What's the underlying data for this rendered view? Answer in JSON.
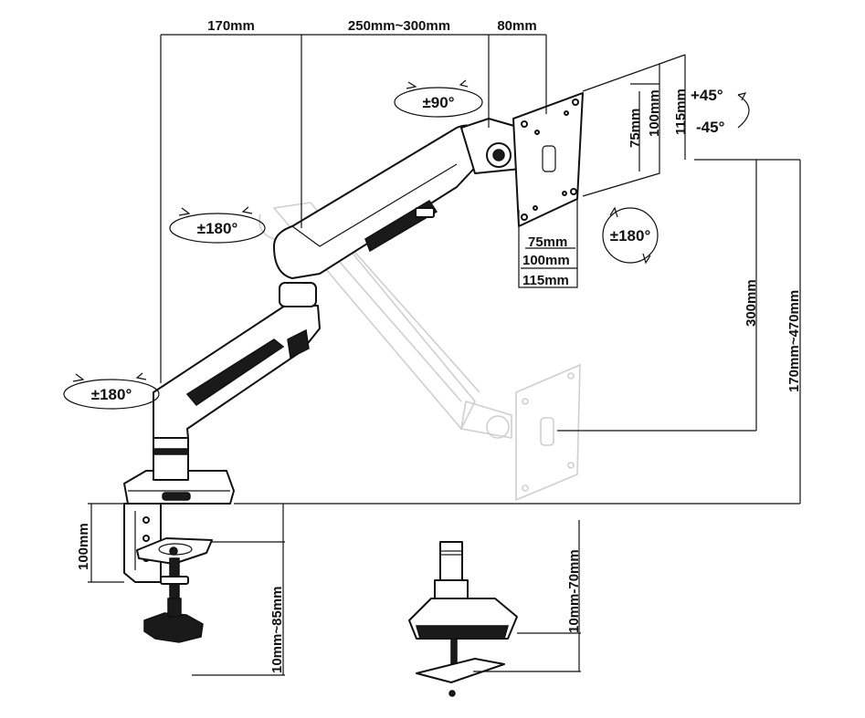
{
  "dimensions": {
    "arm_base_offset": "170mm",
    "arm_reach": "250mm~300mm",
    "tilt_head": "80mm",
    "vesa_vertical_115": "115mm",
    "vesa_vertical_100": "100mm",
    "vesa_vertical_75": "75mm",
    "vesa_horizontal_75": "75mm",
    "vesa_horizontal_100": "100mm",
    "vesa_horizontal_115": "115mm",
    "height_adjust": "300mm",
    "height_range": "170mm~470mm",
    "clamp_height": "100mm",
    "clamp_desk_thickness": "10mm~85mm",
    "grommet_desk_thickness": "10mm-70mm"
  },
  "rotations": {
    "head_swivel": "±90°",
    "upper_arm": "±180°",
    "lower_arm": "±180°",
    "vesa_rotate": "±180°",
    "tilt_up": "+45°",
    "tilt_down": "-45°"
  },
  "colors": {
    "line": "#111111",
    "ghost": "#cfcfcf",
    "background": "#ffffff"
  }
}
